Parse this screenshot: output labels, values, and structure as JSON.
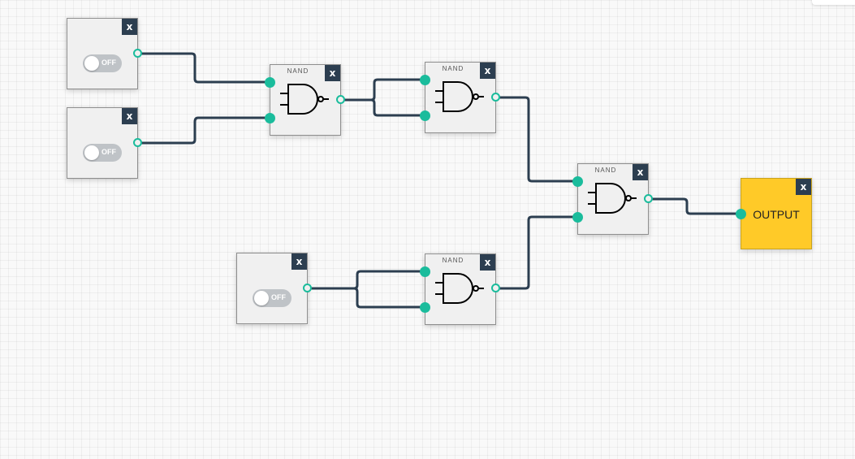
{
  "canvas": {
    "grid_color": "#e6e6e6",
    "wire_color": "#2c3e50",
    "port_color": "#1abc9c"
  },
  "close_label": "x",
  "switches": [
    {
      "id": "switch-1",
      "state_label": "OFF"
    },
    {
      "id": "switch-2",
      "state_label": "OFF"
    },
    {
      "id": "switch-3",
      "state_label": "OFF"
    }
  ],
  "gates": [
    {
      "id": "nand-1",
      "label": "NAND"
    },
    {
      "id": "nand-2",
      "label": "NAND"
    },
    {
      "id": "nand-3",
      "label": "NAND"
    },
    {
      "id": "nand-4",
      "label": "NAND"
    }
  ],
  "output": {
    "label": "OUTPUT",
    "color": "#ffca28"
  }
}
